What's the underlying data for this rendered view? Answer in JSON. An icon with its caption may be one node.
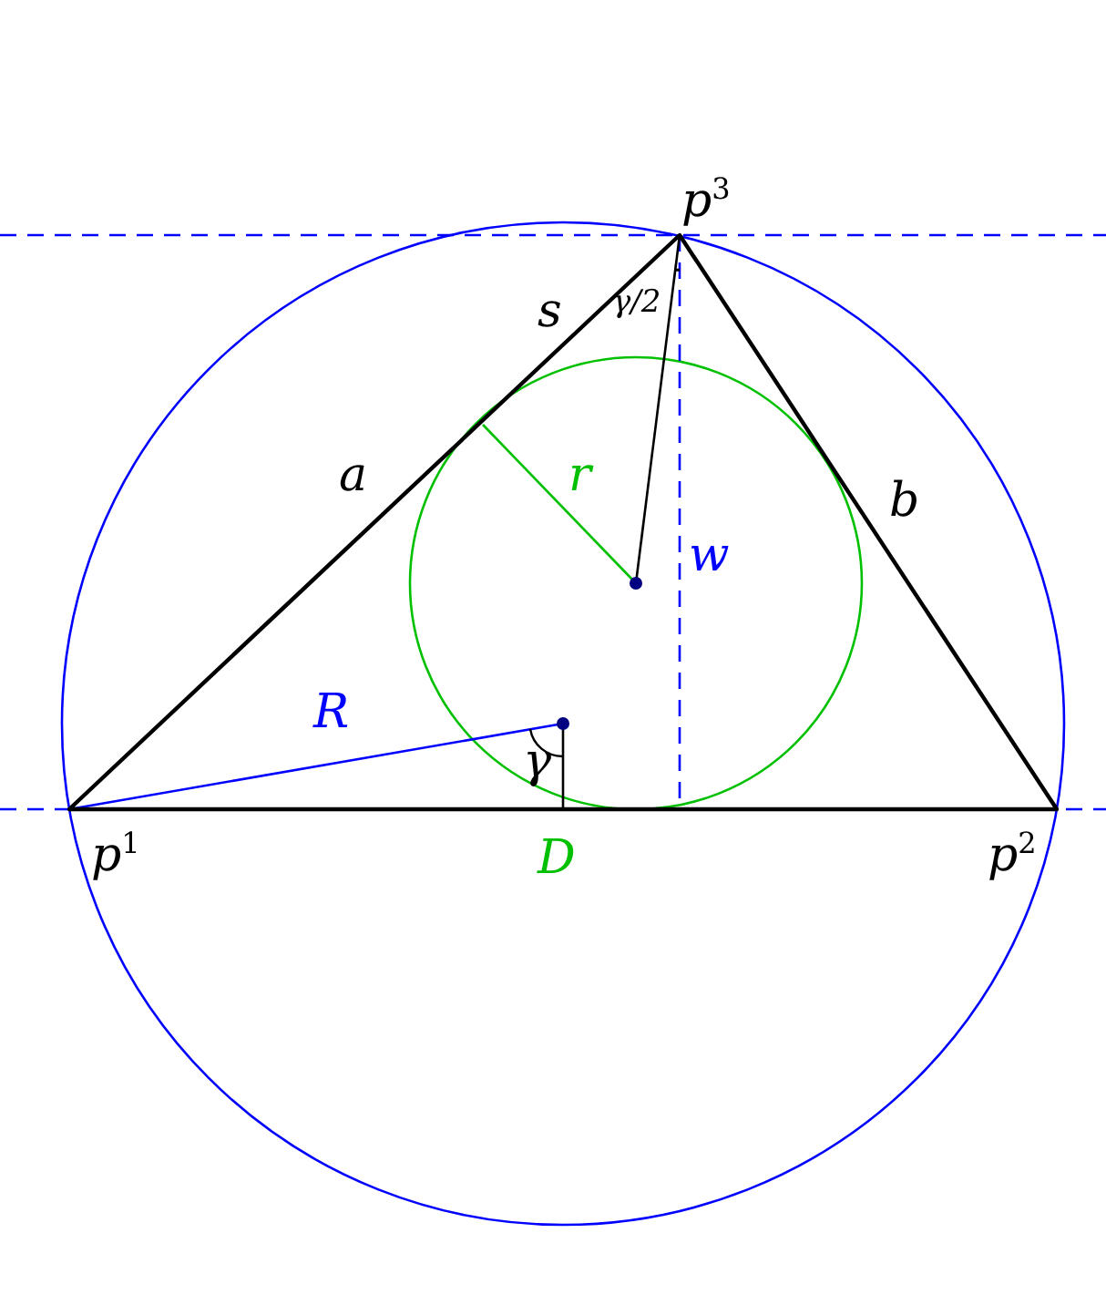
{
  "diagram": {
    "labels": [
      "p$^{3}$",
      "s",
      "γ/2",
      "a",
      "b",
      "r",
      "w",
      "R",
      "γ",
      "p$^{1}$",
      "D",
      "p$^{2}$"
    ]
  }
}
